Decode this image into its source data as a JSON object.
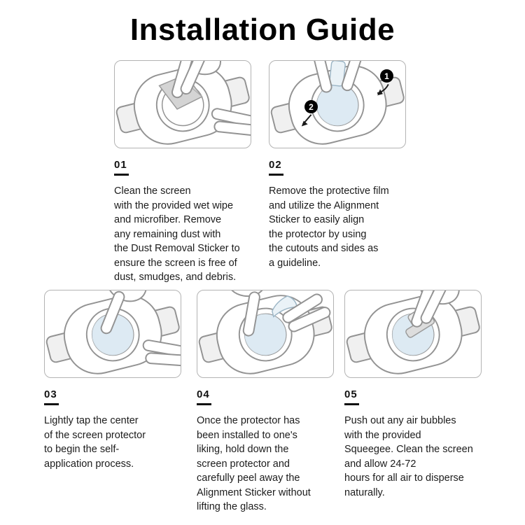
{
  "title": "Installation Guide",
  "steps": [
    {
      "number": "01",
      "description": "Clean the screen\nwith the provided wet wipe\nand microfiber. Remove\nany remaining dust with\nthe Dust Removal Sticker to\nensure the screen is free of\ndust, smudges, and debris."
    },
    {
      "number": "02",
      "description": "Remove the protective film\nand utilize the Alignment\nSticker to easily align\nthe protector by using\nthe cutouts and sides as\na guideline.",
      "badges": [
        "1",
        "2"
      ]
    },
    {
      "number": "03",
      "description": "Lightly tap the center\nof the screen protector\nto begin the self-\napplication process."
    },
    {
      "number": "04",
      "description": "Once the protector has\nbeen installed to one's\nliking, hold down the\nscreen protector and\ncarefully peel away the\nAlignment Sticker without\nlifting the glass."
    },
    {
      "number": "05",
      "description": "Push out any air bubbles\nwith the provided\nSqueegee. Clean the screen\nand allow 24-72\nhours for all air to disperse\nnaturally."
    }
  ],
  "colors": {
    "film_tint": "#d9e8f2",
    "line_art": "#939393",
    "badge": "#000000"
  }
}
